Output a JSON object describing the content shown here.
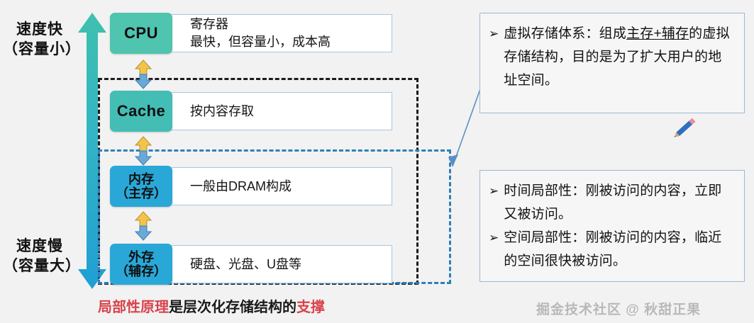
{
  "axis": {
    "fast_label_line1": "速度快",
    "fast_label_line2": "（容量小）",
    "slow_label_line1": "速度慢",
    "slow_label_line2": "（容量大）",
    "arrow_icon": "vertical-double-arrow-icon",
    "gradient_top_color": "#3fc0ae",
    "gradient_bottom_color": "#1f9fd4"
  },
  "hierarchy": {
    "rows": [
      {
        "chip": "CPU",
        "chip_color": "#4fc4ae",
        "desc_line1": "寄存器",
        "desc_line2": "最快，但容量小，成本高"
      },
      {
        "chip": "Cache",
        "chip_color": "#44bdb5",
        "desc_line1": "按内容存取",
        "desc_line2": ""
      },
      {
        "chip_line1": "内存",
        "chip_line2": "（主存）",
        "chip_color": "#29a8d8",
        "desc_line1": "一般由DRAM构成",
        "desc_line2": ""
      },
      {
        "chip_line1": "外存",
        "chip_line2": "（辅存）",
        "chip_color": "#29a8d8",
        "desc_line1": "硬盘、光盘、U盘等",
        "desc_line2": ""
      }
    ],
    "exchange_arrow_icon": "bidirectional-exchange-arrow-icon",
    "exchange_arrow_top_color": "#f3c44b",
    "exchange_arrow_bottom_color": "#4d9fd0",
    "dashed_black_color": "#1c1c1c",
    "dashed_blue_color": "#2f7fba"
  },
  "info": {
    "virtual": {
      "bullet": "➢",
      "line1_pre": "虚拟存储体系：组成",
      "line1_underlined": "主存+辅存",
      "line2": "的虚拟存储结构，目的是为了扩",
      "line3": "大用户的地址空间。"
    },
    "locality": {
      "items": [
        {
          "bullet": "➢",
          "line1": "时间局部性：刚被访问的内容，",
          "line2": "立即又被访问。"
        },
        {
          "bullet": "➢",
          "line1": "空间局部性：刚被访问的内容，",
          "line2": "临近的空间很快被访问。"
        }
      ]
    }
  },
  "caption": {
    "red1": "局部性原理",
    "black": "是层次化存储结构的",
    "red2": "支撑"
  },
  "watermark": {
    "text": "掘金技术社区 @ 秋甜正果"
  },
  "decor": {
    "pencil_icon": "pencil-icon",
    "connector_icon": "connector-arrow-line"
  }
}
